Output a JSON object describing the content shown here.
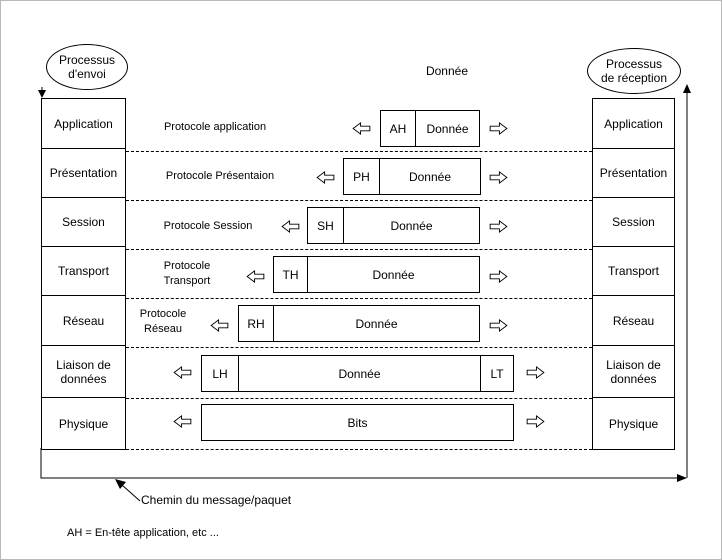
{
  "title": {
    "data_label": "Donnée"
  },
  "sender_process": {
    "line1": "Processus",
    "line2": "d'envoi"
  },
  "receiver_process": {
    "line1": "Processus",
    "line2": "de réception"
  },
  "layers": [
    {
      "name": "Application",
      "protocol": "Protocole application",
      "header": "AH",
      "payload": "Donnée"
    },
    {
      "name": "Présentation",
      "protocol": "Protocole Présentaion",
      "header": "PH",
      "payload": "Donnée"
    },
    {
      "name": "Session",
      "protocol": "Protocole Session",
      "header": "SH",
      "payload": "Donnée"
    },
    {
      "name": "Transport",
      "protocol": "Protocole",
      "protocol2": "Transport",
      "header": "TH",
      "payload": "Donnée"
    },
    {
      "name": "Réseau",
      "protocol": "Protocole",
      "protocol2": "Réseau",
      "header": "RH",
      "payload": "Donnée"
    },
    {
      "name": "Liaison de données",
      "header": "LH",
      "payload": "Donnée",
      "trailer": "LT"
    },
    {
      "name": "Physique",
      "payload": "Bits"
    }
  ],
  "path_label": "Chemin du message/paquet",
  "footnote": "AH = En-tête application, etc ...",
  "colors": {
    "line": "#000000",
    "background": "#ffffff"
  }
}
